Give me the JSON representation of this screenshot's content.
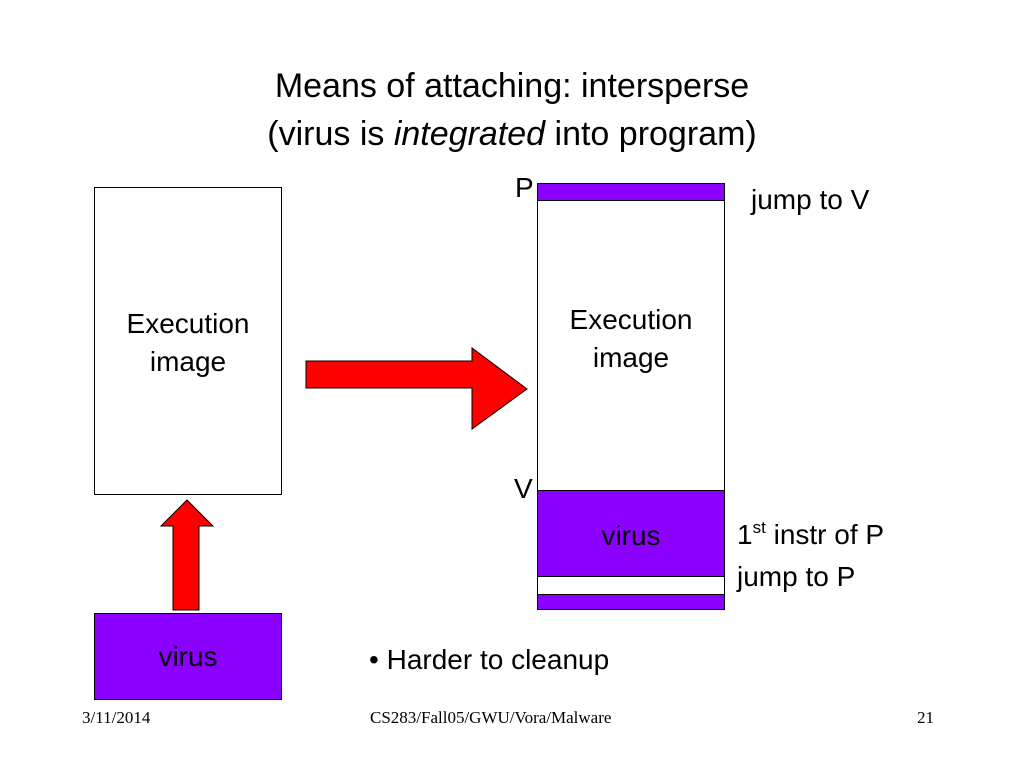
{
  "slide": {
    "title_line1": "Means of attaching: intersperse",
    "title_line2_pre": "(virus is ",
    "title_line2_em": "integrated",
    "title_line2_post": " into program)"
  },
  "left": {
    "exec_line1": "Execution",
    "exec_line2": "image",
    "virus_label": "virus"
  },
  "right": {
    "marker_p": "P",
    "marker_v": "V",
    "exec_line1": "Execution",
    "exec_line2": "image",
    "virus_label": "virus",
    "jump_to_v": "jump to V",
    "first_instr_num": "1",
    "first_instr_sup": "st",
    "first_instr_rest": " instr of P",
    "jump_to_p": "jump to P"
  },
  "bullet": {
    "symbol": "•",
    "text": "Harder to cleanup"
  },
  "footer": {
    "date": "3/11/2014",
    "course": "CS283/Fall05/GWU/Vora/Malware",
    "page": "21"
  },
  "colors": {
    "virus_fill": "#8b00ff",
    "arrow_fill": "#ff0000"
  }
}
